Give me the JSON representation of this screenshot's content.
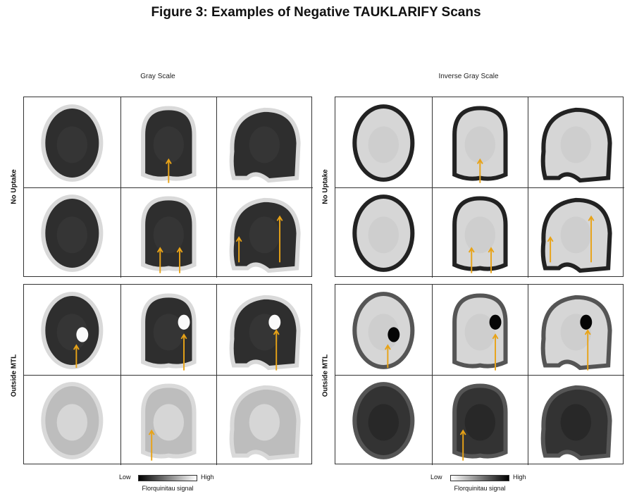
{
  "figure": {
    "title": "Figure 3: Examples of Negative TAUKLARIFY Scans"
  },
  "columns": [
    {
      "heading": "Gray Scale",
      "mode": "gray"
    },
    {
      "heading": "Inverse Gray Scale",
      "mode": "inverse"
    }
  ],
  "row_groups": [
    {
      "label": "No Uptake"
    },
    {
      "label": "Outside MTL"
    }
  ],
  "colorbars": [
    {
      "low": "Low",
      "high": "High",
      "signal": "Florquinitau signal",
      "gradient": "black-to-white"
    },
    {
      "low": "Low",
      "high": "High",
      "signal": "Florquinitau signal",
      "gradient": "white-to-black"
    }
  ],
  "colors": {
    "arrow": "#e8a317",
    "border": "#333333"
  }
}
